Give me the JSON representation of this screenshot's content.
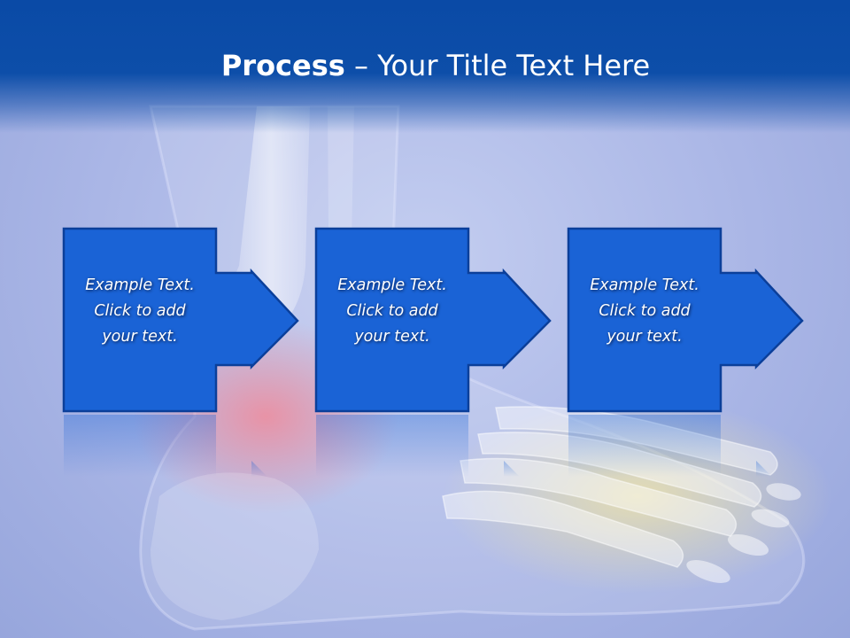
{
  "slide": {
    "title_bold": "Process",
    "title_rest": " – Your Title Text Here"
  },
  "steps": [
    {
      "line1": "Example Text.",
      "line2": "Click  to add",
      "line3": "your text."
    },
    {
      "line1": "Example Text.",
      "line2": "Click  to add",
      "line3": "your text."
    },
    {
      "line1": "Example Text.",
      "line2": "Click  to add",
      "line3": "your text."
    }
  ],
  "colors": {
    "header": "#0d4ea9",
    "box_fill": "#1a63d6",
    "box_border": "#0b3f9a",
    "background": "#aab6e6"
  },
  "icons": [
    "right-arrow-icon",
    "foot-skeleton-illustration"
  ]
}
